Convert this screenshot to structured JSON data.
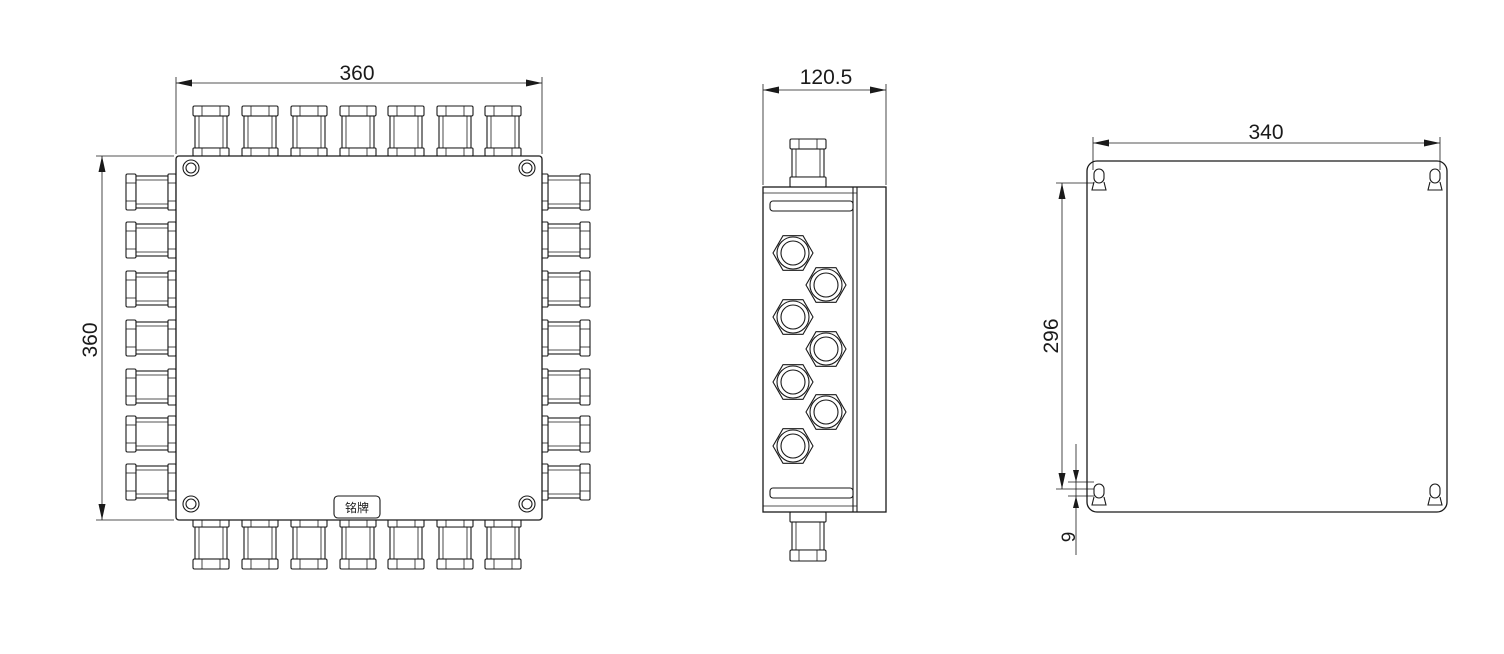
{
  "front_view": {
    "width_label": "360",
    "height_label": "360",
    "nameplate_label": "铭牌",
    "top_glands": 7,
    "bottom_glands": 7,
    "left_glands": 7,
    "right_glands": 7
  },
  "side_view": {
    "depth_label": "120.5",
    "face_glands": 7
  },
  "mounting_view": {
    "width_label": "340",
    "height_label": "296",
    "offset_label": "9"
  }
}
